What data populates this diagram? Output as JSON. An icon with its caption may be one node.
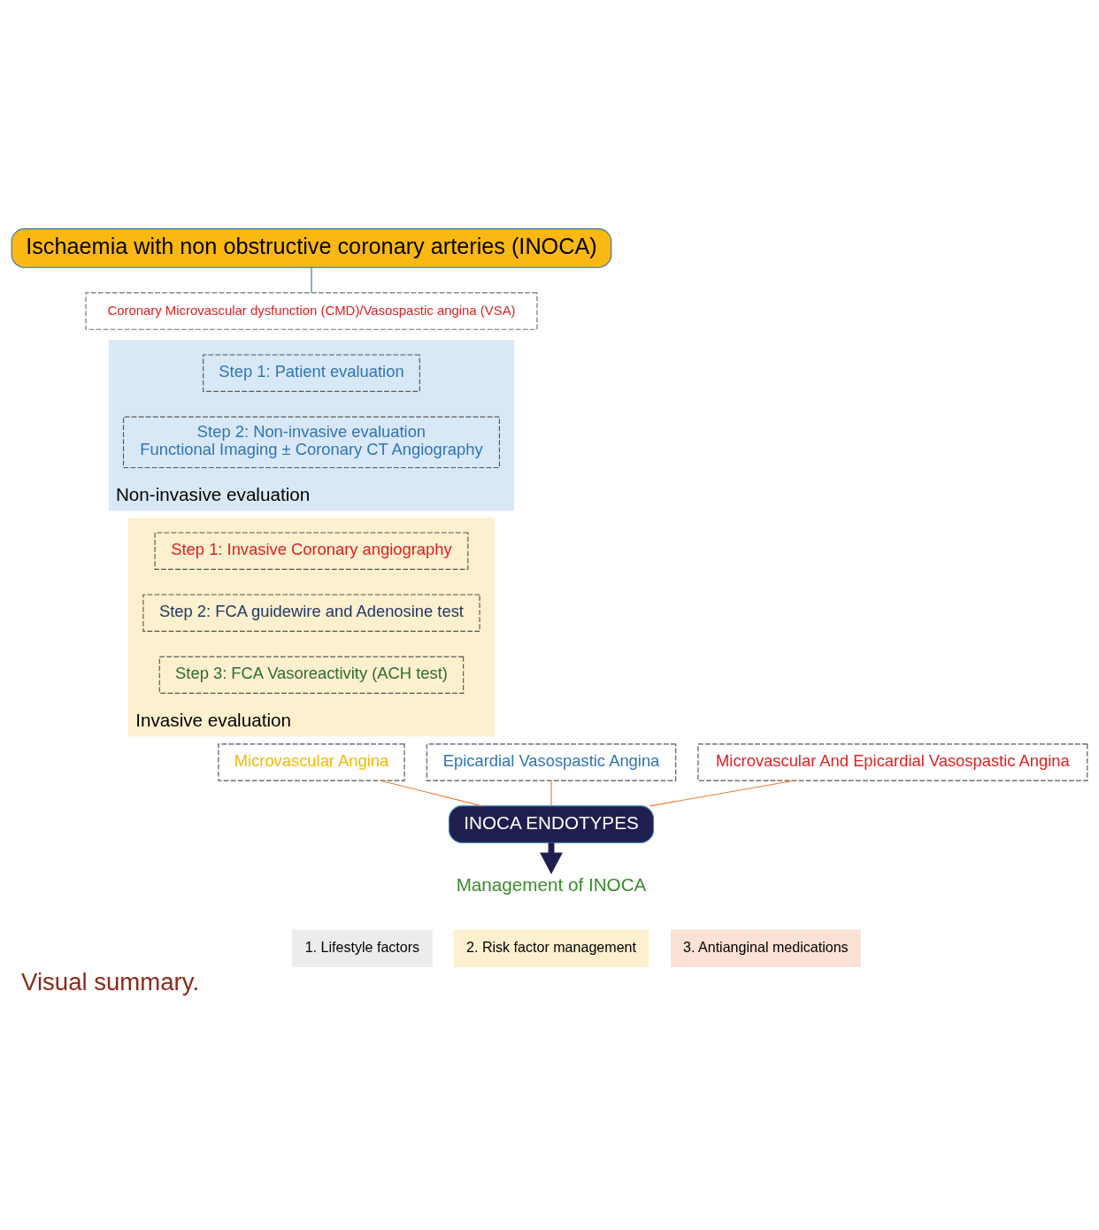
{
  "diagram": {
    "caption": "Visual summary.",
    "nodes": [
      {
        "text": [
          "Ischaemia with non obstructive coronary arteries (INOCA)"
        ]
      },
      {
        "text": [
          "Coronary Microvascular dysfunction (CMD)/Vasospastic angina (VSA)"
        ]
      },
      {
        "text": [
          "Non-invasive evaluation"
        ]
      },
      {
        "text": [
          "Step 1: Patient evaluation"
        ],
        "in": 2
      },
      {
        "text": [
          "Step 2: Non-invasive evaluation",
          "Functional Imaging ± Coronary CT Angiography"
        ],
        "in": 2
      },
      {
        "text": [
          "Invasive evaluation"
        ]
      },
      {
        "text": [
          "Step 1: Invasive Coronary angiography"
        ],
        "in": 5
      },
      {
        "text": [
          "Step 2: FCA guidewire and Adenosine test"
        ],
        "in": 5
      },
      {
        "text": [
          "Step 3: FCA Vasoreactivity (ACH test)"
        ],
        "in": 5
      },
      {
        "text": [
          "Epicardial Vasospastic Angina"
        ]
      },
      {
        "text": [
          "Microvascular Angina"
        ]
      },
      {
        "text": [
          "Microvascular And Epicardial Vasospastic Angina"
        ]
      },
      {
        "text": [
          "INOCA ENDOTYPES"
        ]
      },
      {
        "text": [
          "Management of INOCA"
        ]
      },
      {
        "text": [
          "1. Lifestyle factors"
        ]
      },
      {
        "text": [
          "2. Risk factor management"
        ]
      },
      {
        "text": [
          "3. Antianginal medications"
        ]
      }
    ],
    "edges": [
      {
        "from": 0,
        "to": 1,
        "arrow": "none",
        "color": "#2e75b6"
      },
      {
        "from": 9,
        "to": 12,
        "arrow": "none",
        "color": "#ed7d31"
      },
      {
        "from": 10,
        "to": 12,
        "arrow": "none",
        "color": "#ed7d31"
      },
      {
        "from": 11,
        "to": 12,
        "arrow": "none",
        "color": "#ed7d31"
      },
      {
        "from": 12,
        "to": 13,
        "arrow": "to",
        "style": "thick",
        "color": "#1f1f4f"
      }
    ]
  }
}
